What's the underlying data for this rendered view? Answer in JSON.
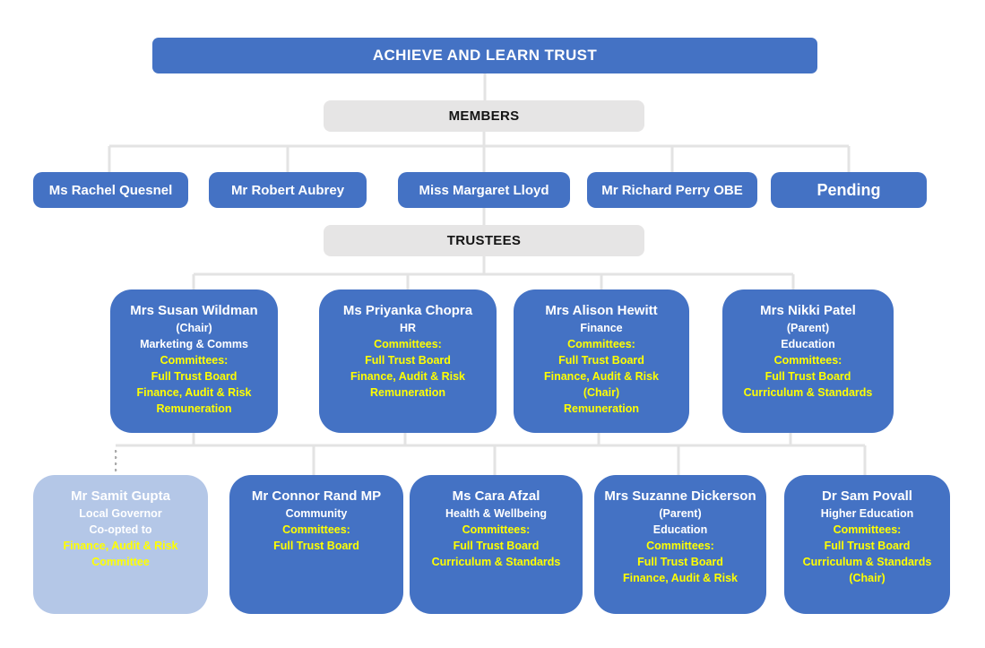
{
  "title": "ACHIEVE AND LEARN TRUST",
  "sections": {
    "members_label": "MEMBERS",
    "trustees_label": "TRUSTEES"
  },
  "members": [
    {
      "name": "Ms Rachel Quesnel"
    },
    {
      "name": "Mr Robert Aubrey"
    },
    {
      "name": "Miss Margaret Lloyd"
    },
    {
      "name": "Mr Richard Perry OBE"
    },
    {
      "name": "Pending"
    }
  ],
  "trustees": [
    {
      "name": "Mrs Susan Wildman",
      "white_lines": [
        "(Chair)",
        "Marketing & Comms"
      ],
      "yellow_lines": [
        "Committees:",
        "Full Trust Board",
        "Finance, Audit & Risk",
        "Remuneration"
      ]
    },
    {
      "name": "Ms Priyanka Chopra",
      "white_lines": [
        "HR"
      ],
      "yellow_lines": [
        "Committees:",
        "Full Trust Board",
        "Finance, Audit & Risk",
        "Remuneration"
      ]
    },
    {
      "name": "Mrs Alison Hewitt",
      "white_lines": [
        "Finance"
      ],
      "yellow_lines": [
        "Committees:",
        "Full Trust Board",
        "Finance, Audit & Risk",
        "(Chair)",
        "Remuneration"
      ]
    },
    {
      "name": "Mrs Nikki Patel",
      "white_lines": [
        "(Parent)",
        "Education"
      ],
      "yellow_lines": [
        "Committees:",
        "Full Trust Board",
        "Curriculum & Standards"
      ]
    }
  ],
  "bottom_row": [
    {
      "name": "Mr Samit Gupta",
      "white_lines": [
        "Local Governor",
        "Co-opted to"
      ],
      "yellow_lines": [
        "Finance, Audit & Risk",
        "Committee"
      ]
    },
    {
      "name": "Mr Connor Rand MP",
      "white_lines": [
        "Community"
      ],
      "yellow_lines": [
        "Committees:",
        "Full Trust Board"
      ]
    },
    {
      "name": "Ms Cara Afzal",
      "white_lines": [
        "Health & Wellbeing"
      ],
      "yellow_lines": [
        "Committees:",
        "Full Trust Board",
        "Curriculum & Standards"
      ]
    },
    {
      "name": "Mrs Suzanne Dickerson",
      "white_lines": [
        "(Parent)",
        "Education"
      ],
      "yellow_lines": [
        "Committees:",
        "Full Trust Board",
        "Finance, Audit & Risk"
      ]
    },
    {
      "name": "Dr Sam Povall",
      "white_lines": [
        "Higher Education"
      ],
      "yellow_lines": [
        "Committees:",
        "Full Trust Board",
        "Curriculum & Standards",
        "(Chair)"
      ]
    }
  ],
  "colors": {
    "box_blue": "#4472C4",
    "box_light_blue": "#B4C7E7",
    "banner_gray": "#E6E5E5",
    "connector_gray": "#E3E3E3",
    "dot_gray": "#ACACAC",
    "text_yellow": "#FFFF00"
  }
}
